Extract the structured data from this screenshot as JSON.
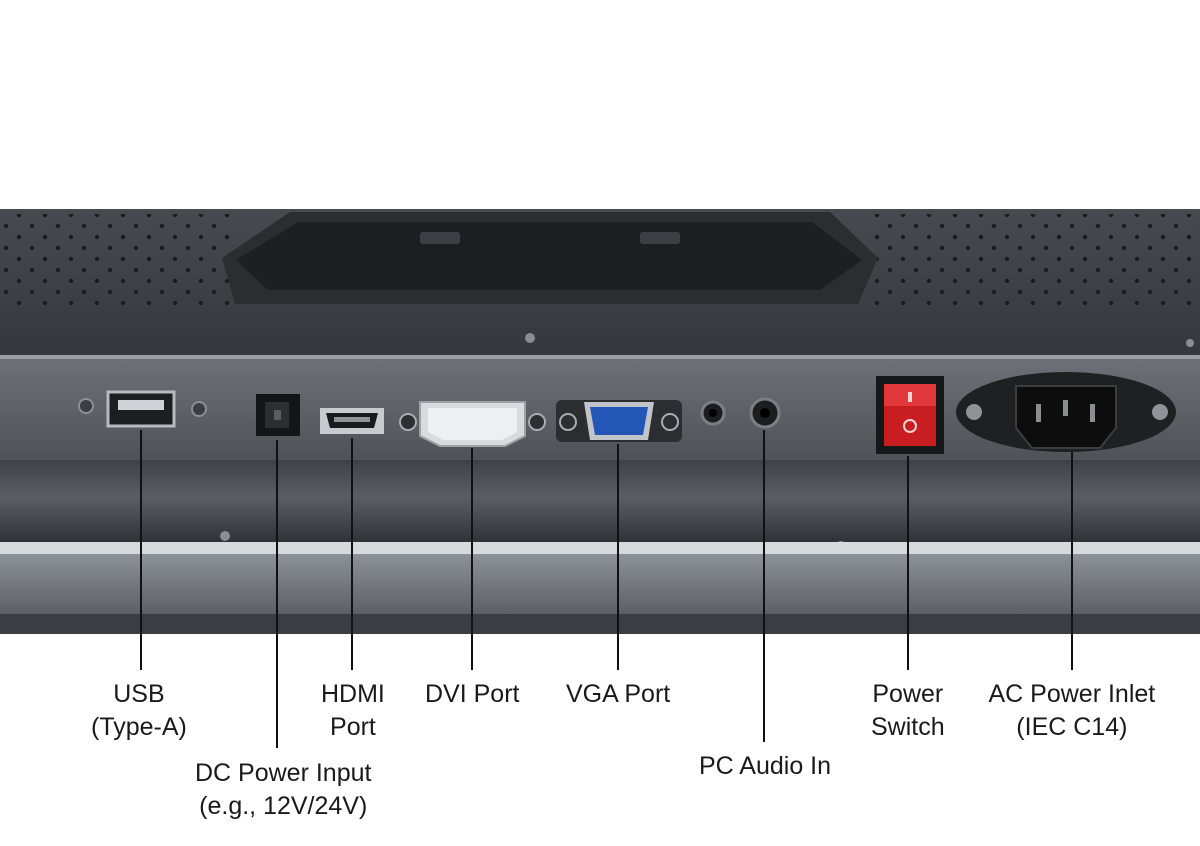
{
  "colors": {
    "background": "#ffffff",
    "panel_top": "#3b3e42",
    "panel_rear": "#5d6167",
    "bezel": "#8e9398",
    "port_metal": "#c9ccd0",
    "vga_blue": "#2456b8",
    "switch_red": "#c81e22",
    "leader_line": "#111111",
    "label_text": "#1a1a1a"
  },
  "labels": [
    {
      "id": "usb",
      "line1": "USB",
      "line2": "(Type-A)"
    },
    {
      "id": "dc",
      "line1": "DC Power Input",
      "line2": "(e.g., 12V/24V)"
    },
    {
      "id": "hdmi",
      "line1": "HDMI",
      "line2": "Port"
    },
    {
      "id": "dvi",
      "line1": "DVI Port",
      "line2": ""
    },
    {
      "id": "vga",
      "line1": "VGA Port",
      "line2": ""
    },
    {
      "id": "audio",
      "line1": "PC Audio In",
      "line2": ""
    },
    {
      "id": "switch",
      "line1": "Power",
      "line2": "Switch"
    },
    {
      "id": "ac",
      "line1": "AC Power Inlet",
      "line2": "(IEC C14)"
    }
  ],
  "icons": [
    "usb-port-icon",
    "dc-jack-icon",
    "hdmi-port-icon",
    "dvi-port-icon",
    "vga-port-icon",
    "audio-jack-icon",
    "rocker-switch-icon",
    "iec-inlet-icon"
  ]
}
